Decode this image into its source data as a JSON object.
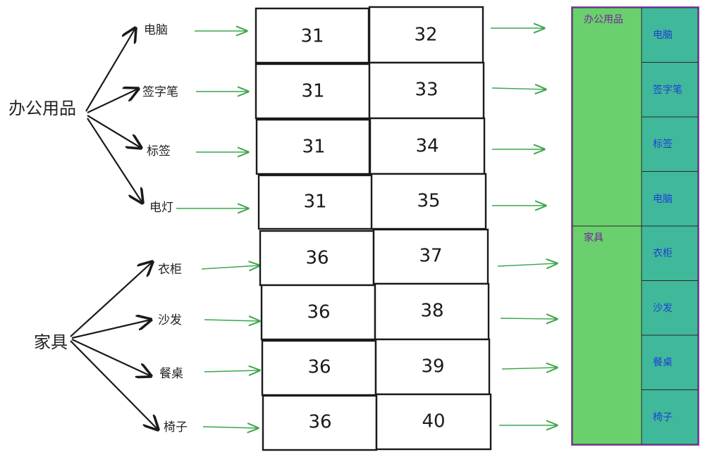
{
  "categories": [
    {
      "label": "办公用品",
      "items": [
        "电脑",
        "签字笔",
        "标签",
        "电灯"
      ],
      "left_ids": [
        "31",
        "31",
        "31",
        "31"
      ],
      "right_ids": [
        "32",
        "33",
        "34",
        "35"
      ]
    },
    {
      "label": "家具",
      "items": [
        "衣柜",
        "沙发",
        "餐桌",
        "椅子"
      ],
      "left_ids": [
        "36",
        "36",
        "36",
        "36"
      ],
      "right_ids": [
        "37",
        "38",
        "39",
        "40"
      ]
    }
  ],
  "rendered_table": {
    "rows": [
      {
        "category": "办公用品",
        "subs": [
          "电脑",
          "签字笔",
          "标签",
          "电脑"
        ]
      },
      {
        "category": "家具",
        "subs": [
          "衣柜",
          "沙发",
          "餐桌",
          "椅子"
        ]
      }
    ]
  },
  "colors": {
    "stroke": "#1a1a1a",
    "arrow_green": "#3aa64a",
    "category_bg": "#6ad06d",
    "sub_bg": "#40b89a",
    "category_text": "#7b1fa2",
    "sub_text": "#1e3fd6",
    "table_border": "#a24bd6"
  }
}
